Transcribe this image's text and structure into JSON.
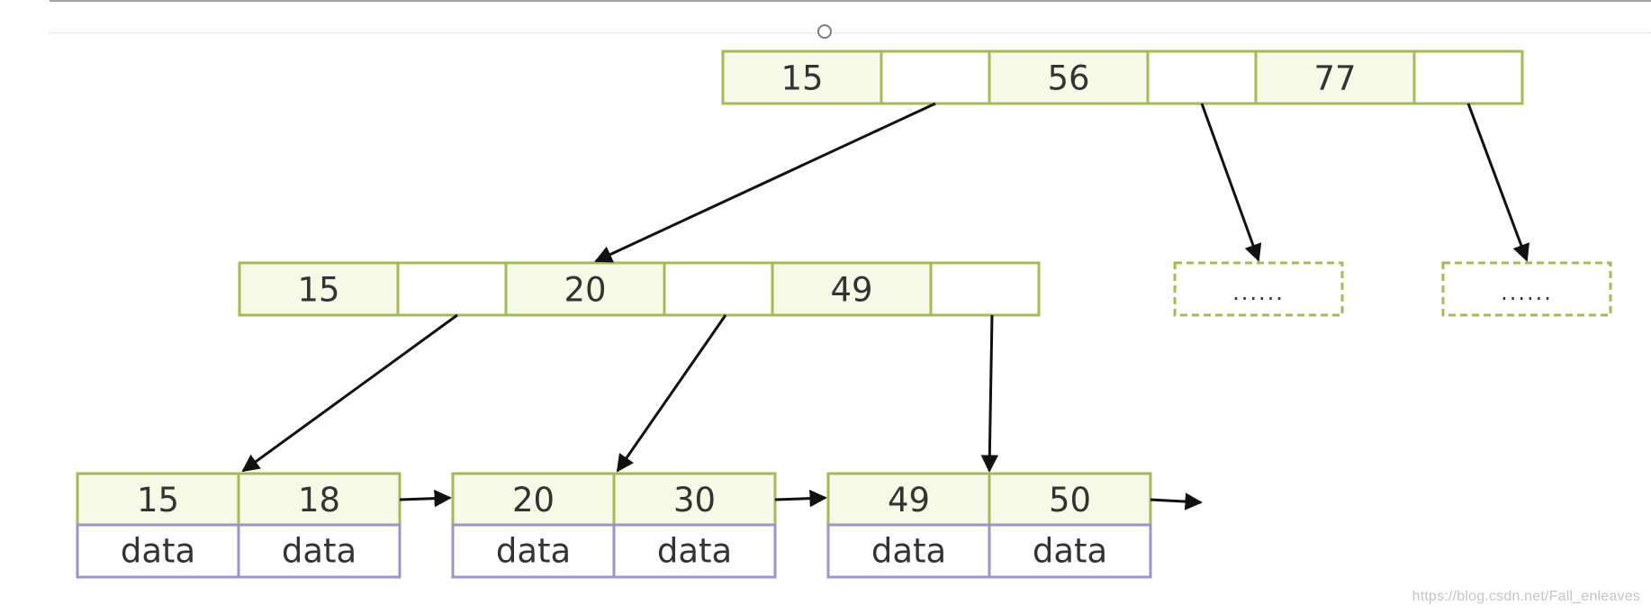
{
  "diagram": {
    "root": {
      "keys": [
        "15",
        "56",
        "77"
      ]
    },
    "internal_node": {
      "keys": [
        "15",
        "20",
        "49"
      ]
    },
    "elided_children": [
      "......",
      "......"
    ],
    "leaves": [
      {
        "keys": [
          "15",
          "18"
        ],
        "values": [
          "data",
          "data"
        ]
      },
      {
        "keys": [
          "20",
          "30"
        ],
        "values": [
          "data",
          "data"
        ]
      },
      {
        "keys": [
          "49",
          "50"
        ],
        "values": [
          "data",
          "data"
        ]
      }
    ],
    "colors": {
      "node_border": "#a4b957",
      "key_fill": "#f7f9e7",
      "pointer_fill": "#ffffff",
      "data_border": "#9d93c8",
      "arrow": "#111111",
      "text": "#333333"
    }
  },
  "watermark": "https://blog.csdn.net/Fall_enleaves"
}
